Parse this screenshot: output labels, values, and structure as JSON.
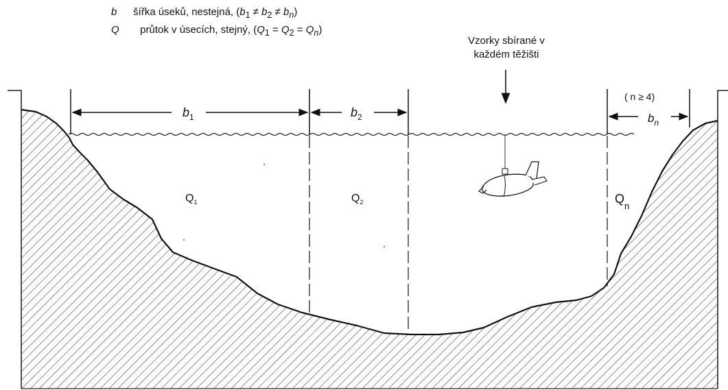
{
  "legend": {
    "b": {
      "symbol": "b",
      "text": "šířka úseků, nestejná,",
      "condition": "(b1 ≠ b2 ≠ bn)"
    },
    "q": {
      "symbol": "Q",
      "text": "průtok v úsecích, stejný,",
      "condition": "(Q1 = Q2 = Qn)"
    }
  },
  "sampler_note": {
    "line1": "Vzorky sbírané v",
    "line2": "každém těžišti"
  },
  "widths": {
    "b1": "b1",
    "b2": "b2",
    "bn": "bn"
  },
  "flows": {
    "q1": "Q1",
    "q2": "Q2",
    "qn": "Qn"
  },
  "min_sections_note": "( n ≥ 4)"
}
